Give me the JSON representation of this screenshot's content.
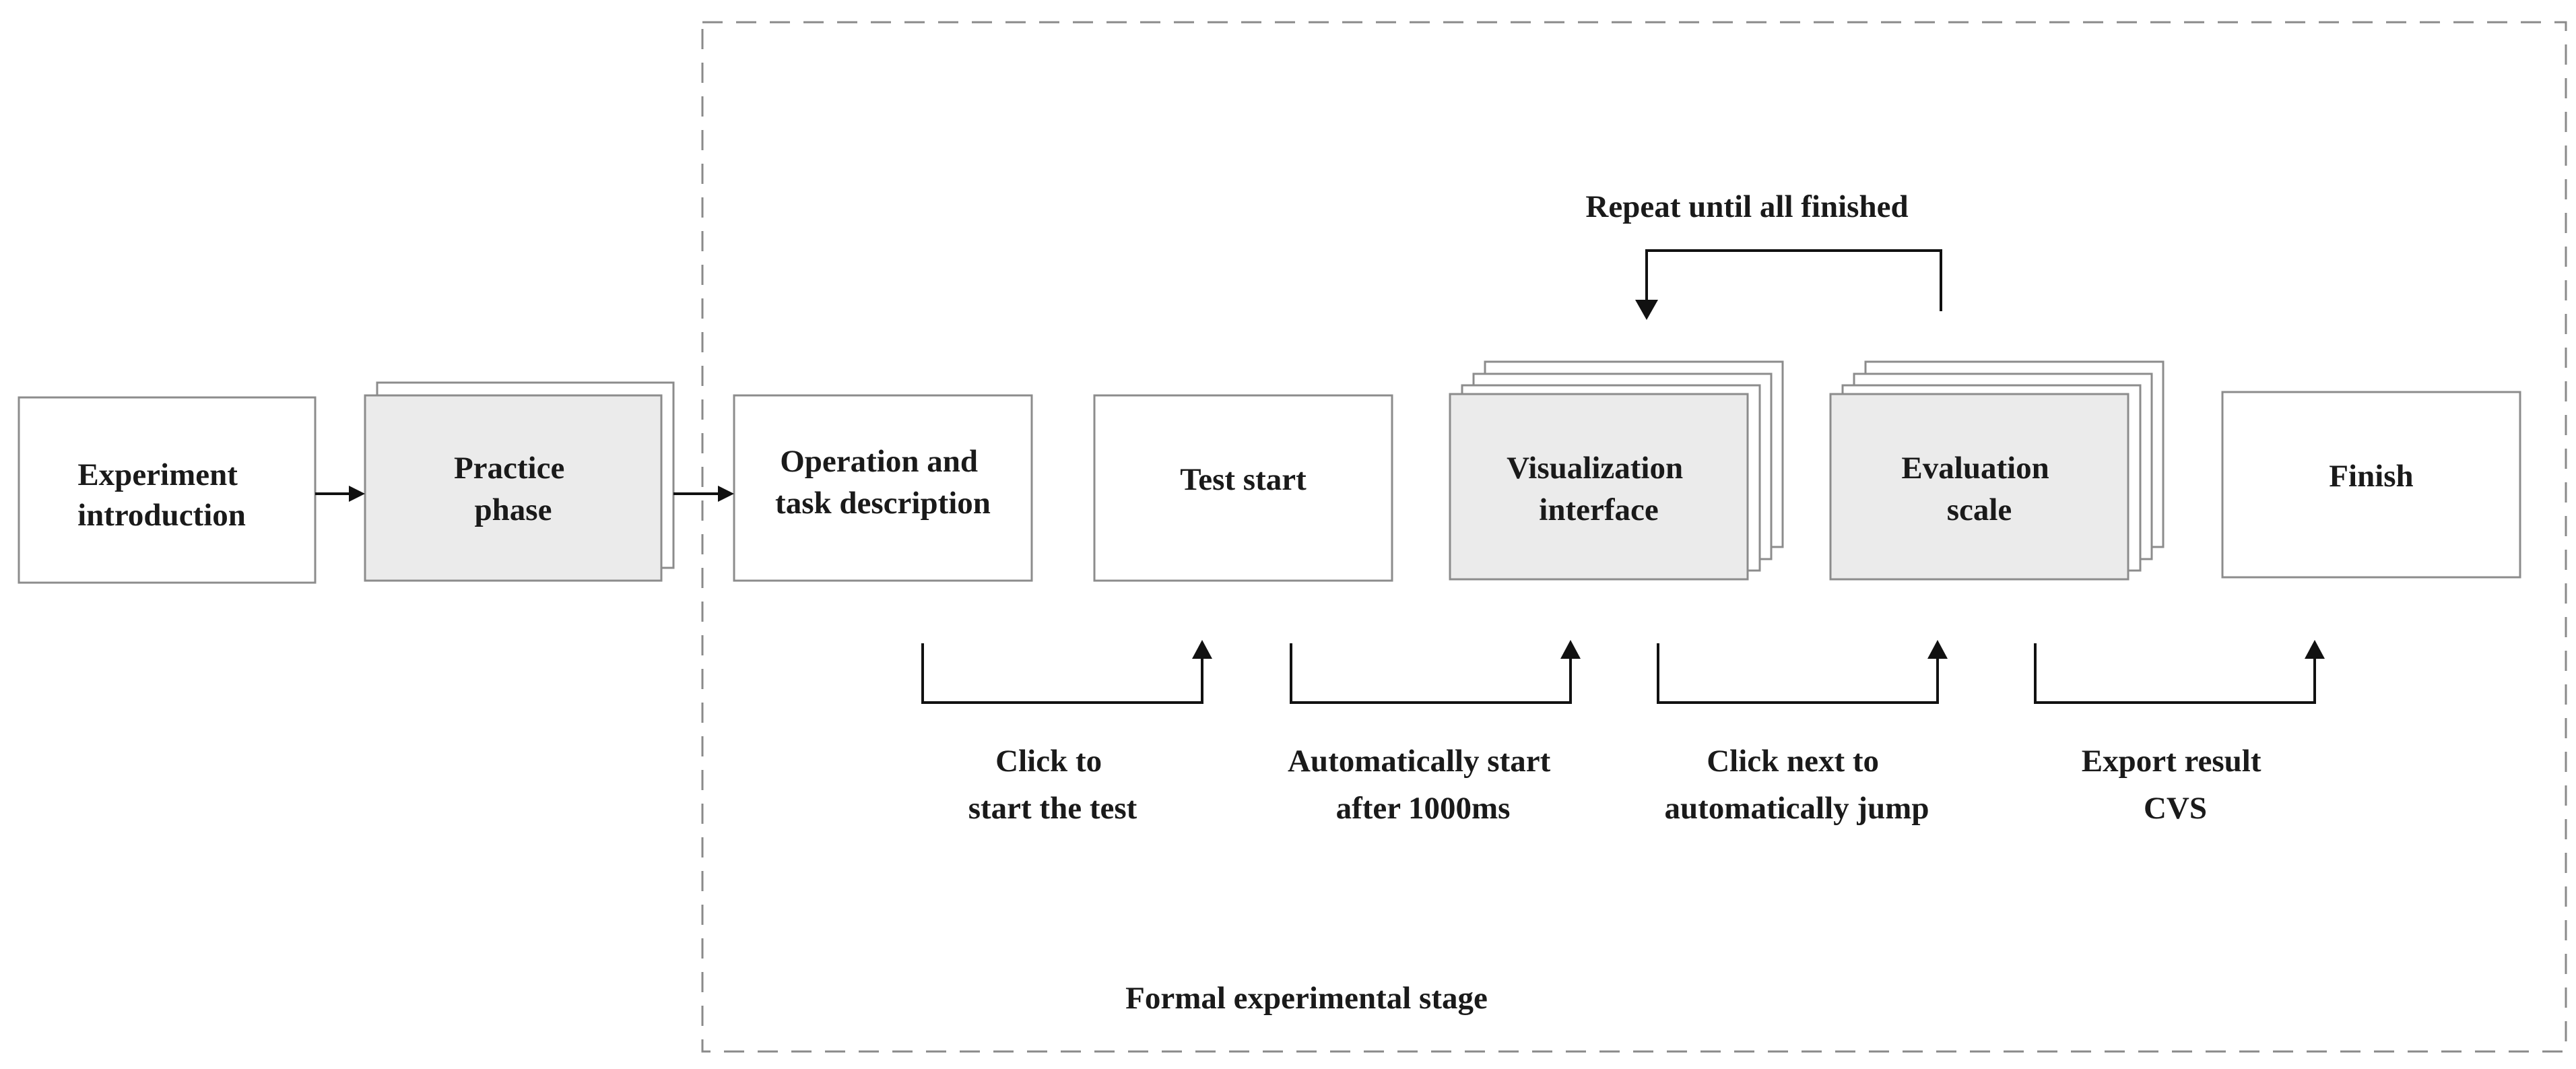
{
  "stage_label": "Formal experimental stage",
  "repeat_label": "Repeat until all finished",
  "boxes": {
    "experiment_intro": [
      "Experiment",
      "introduction"
    ],
    "practice": [
      "Practice",
      "phase"
    ],
    "operation": [
      "Operation and",
      "task description"
    ],
    "test_start": [
      "Test start"
    ],
    "visualization": [
      "Visualization",
      "interface"
    ],
    "evaluation": [
      "Evaluation",
      "scale"
    ],
    "finish": [
      "Finish"
    ]
  },
  "transitions": {
    "click_start": [
      "Click to",
      "start the test"
    ],
    "auto_start": [
      "Automatically start",
      "after 1000ms"
    ],
    "click_next": [
      "Click next to",
      "automatically jump"
    ],
    "export": [
      "Export result",
      "CVS"
    ]
  },
  "colors": {
    "grey_box": "#ebebeb",
    "line": "#111111",
    "frame": "#8a8a8a"
  }
}
